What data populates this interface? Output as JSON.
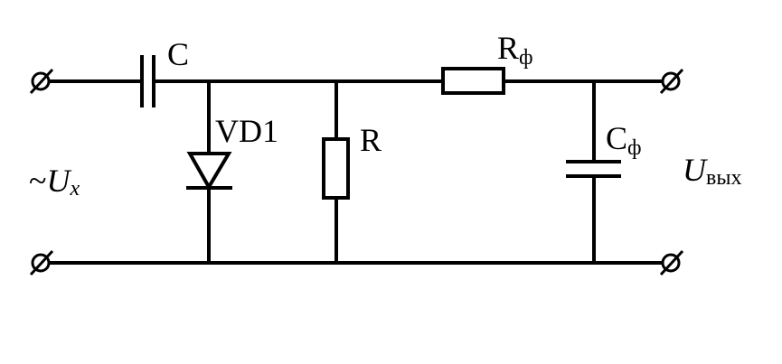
{
  "labels": {
    "capacitor": "C",
    "diode": "VD1",
    "resistor": "R",
    "filter_resistor": {
      "main": "R",
      "sub": "ф"
    },
    "filter_capacitor": {
      "main": "C",
      "sub": "ф"
    },
    "input": {
      "tilde": "~",
      "main": "U",
      "sub": "x"
    },
    "output": {
      "main": "U",
      "sub": "вых"
    }
  }
}
